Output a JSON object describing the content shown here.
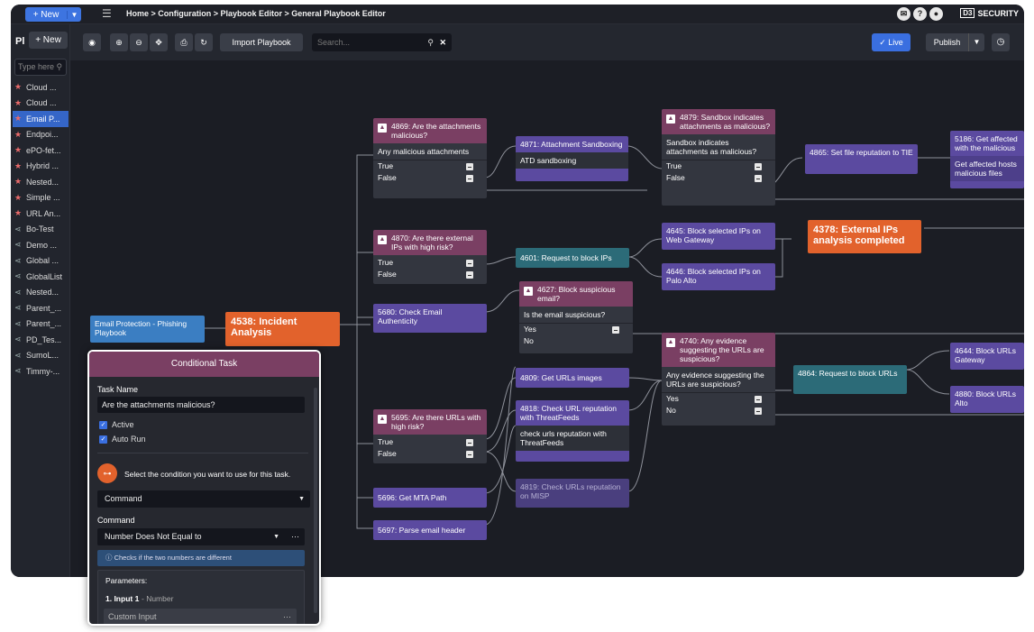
{
  "topbar": {
    "new_label": "+ New",
    "breadcrumb": "Home > Configuration > Playbook Editor > General Playbook Editor",
    "brand": "SECURITY",
    "brand_mark": "D3"
  },
  "sidebar": {
    "title": "Pl",
    "new_label": "+ New",
    "search_placeholder": "Type here",
    "items": [
      {
        "label": "Cloud ...",
        "icon": "star-icon"
      },
      {
        "label": "Cloud ...",
        "icon": "star-icon"
      },
      {
        "label": "Email P...",
        "icon": "star-icon",
        "selected": true
      },
      {
        "label": "Endpoi...",
        "icon": "star-icon"
      },
      {
        "label": "ePO-fet...",
        "icon": "star-icon"
      },
      {
        "label": "Hybrid ...",
        "icon": "star-icon"
      },
      {
        "label": "Nested...",
        "icon": "star-icon"
      },
      {
        "label": "Simple ...",
        "icon": "star-icon"
      },
      {
        "label": "URL An...",
        "icon": "star-icon"
      },
      {
        "label": "Bo-Test",
        "icon": "share-icon"
      },
      {
        "label": "Demo ...",
        "icon": "share-icon"
      },
      {
        "label": "Global ...",
        "icon": "share-icon"
      },
      {
        "label": "GlobalList",
        "icon": "share-icon"
      },
      {
        "label": "Nested...",
        "icon": "share-icon"
      },
      {
        "label": "Parent_...",
        "icon": "share-icon"
      },
      {
        "label": "Parent_...",
        "icon": "share-icon"
      },
      {
        "label": "PD_Tes...",
        "icon": "share-icon"
      },
      {
        "label": "SumoL...",
        "icon": "share-icon"
      },
      {
        "label": "Timmy-...",
        "icon": "share-icon"
      }
    ]
  },
  "toolbar": {
    "import_label": "Import Playbook",
    "search_placeholder": "Search...",
    "live_label": "✓ Live",
    "publish_label": "Publish"
  },
  "nodes": {
    "start": "Email Protection - Phishing Playbook",
    "incident": "4538: Incident Analysis",
    "n4869": {
      "title": "4869: Are the attachments malicious?",
      "question": "Any malicious attachments",
      "true": "True",
      "false": "False"
    },
    "n4871": {
      "title": "4871: Attachment Sandboxing",
      "sub": "ATD sandboxing"
    },
    "n4879": {
      "title": "4879: Sandbox indicates attachments as malicious?",
      "question": "Sandbox indicates attachments as malicious?",
      "true": "True",
      "false": "False"
    },
    "n4865": "4865: Set file reputation to TIE",
    "n5186": {
      "title": "5186: Get affected with the malicious",
      "sub": "Get affected hosts malicious files"
    },
    "n4870": {
      "title": "4870: Are there external IPs with high risk?",
      "true": "True",
      "false": "False"
    },
    "n4601": "4601: Request to block IPs",
    "n4645": "4645: Block selected IPs on Web Gateway",
    "n4646": "4646: Block selected IPs on Palo Alto",
    "n4378": "4378: External IPs analysis completed",
    "n5680": "5680: Check Email Authenticity",
    "n4627": {
      "title": "4627: Block suspicious email?",
      "question": "Is the email suspicious?",
      "yes": "Yes",
      "no": "No"
    },
    "n4740": {
      "title": "4740: Any evidence suggesting the URLs are suspicious?",
      "question": "Any evidence suggesting the URLs are suspicious?",
      "yes": "Yes",
      "no": "No"
    },
    "n4864": "4864: Request to block URLs",
    "n4644": "4644: Block URLs Gateway",
    "n4880": "4880: Block URLs Alto",
    "n4809": "4809: Get URLs images",
    "n4818": {
      "title": "4818: Check URL reputation with ThreatFeeds",
      "sub": "check urls reputation with ThreatFeeds"
    },
    "n4819": "4819: Check URLs reputation on MISP",
    "n5695": {
      "title": "5695: Are there URLs with high risk?",
      "true": "True",
      "false": "False"
    },
    "n5696": "5696: Get MTA Path",
    "n5697": "5697: Parse email header"
  },
  "panel": {
    "title": "Conditional Task",
    "task_name_label": "Task Name",
    "task_name_value": "Are the attachments malicious?",
    "active_label": "Active",
    "auto_run_label": "Auto Run",
    "condition_prompt": "Select the condition you want to use for this task.",
    "condition_type": "Command",
    "command_label": "Command",
    "command_value": "Number Does Not Equal to",
    "info_text": "Checks if the two numbers are different",
    "parameters_label": "Parameters:",
    "input1_label": "1. Input 1",
    "input1_type": "- Number",
    "custom_input_placeholder": "Custom Input"
  }
}
